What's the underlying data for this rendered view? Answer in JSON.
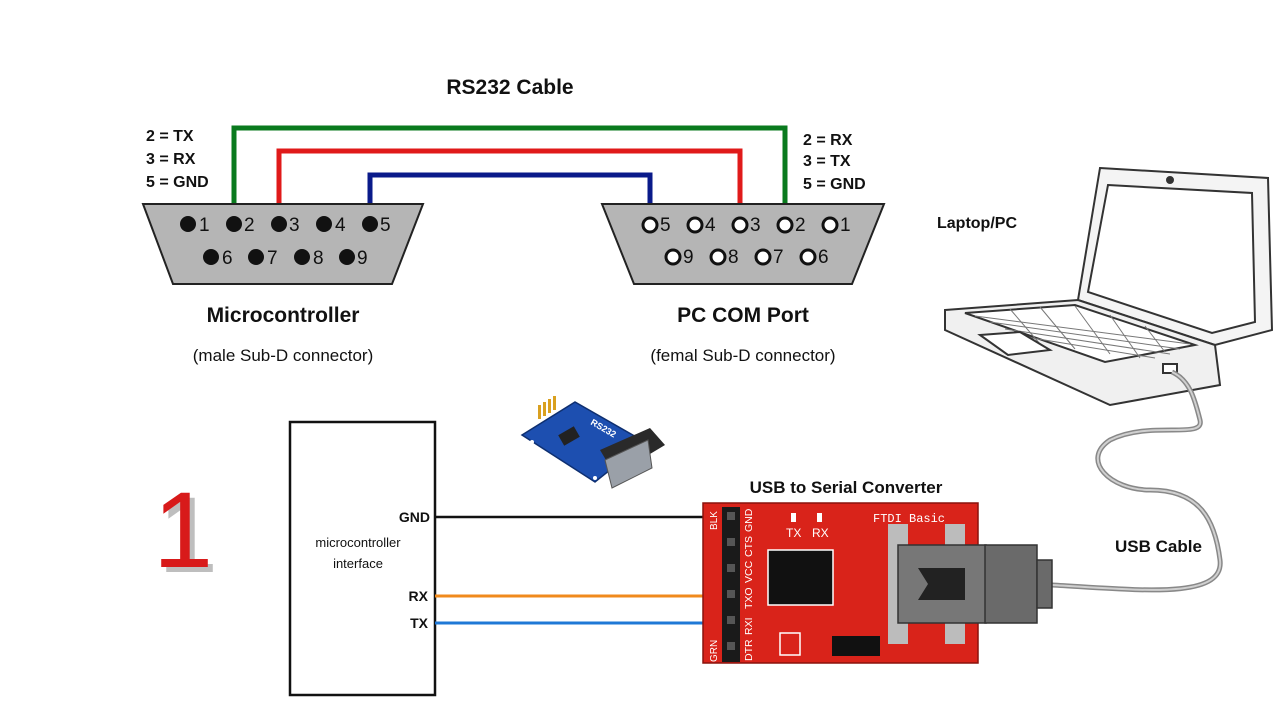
{
  "cable": {
    "title": "RS232 Cable",
    "wire_colors": {
      "tx_rx": "#0a7a1e",
      "rx_tx": "#e01a1a",
      "gnd": "#0a1a8a"
    }
  },
  "left_connector": {
    "pin_map": [
      "2 = TX",
      "3 = RX",
      "5 = GND"
    ],
    "top_pins": [
      "1",
      "2",
      "3",
      "4",
      "5"
    ],
    "bottom_pins": [
      "6",
      "7",
      "8",
      "9"
    ],
    "title": "Microcontroller",
    "subtitle": "(male Sub-D connector)",
    "pin_style": "filled"
  },
  "right_connector": {
    "pin_map": [
      "2 = RX",
      "3 = TX",
      "5 = GND"
    ],
    "top_pins": [
      "5",
      "4",
      "3",
      "2",
      "1"
    ],
    "bottom_pins": [
      "9",
      "8",
      "7",
      "6"
    ],
    "title": "PC COM Port",
    "subtitle": "(femal Sub-D connector)",
    "pin_style": "hollow"
  },
  "laptop": {
    "label": "Laptop/PC"
  },
  "usb_cable": {
    "label": "USB Cable"
  },
  "step_number": "1",
  "mcu_box": {
    "title_line1": "microcontroller",
    "title_line2": "interface",
    "pins": [
      "GND",
      "RX",
      "TX"
    ]
  },
  "rs232_module": {
    "label": "RS232"
  },
  "converter": {
    "title": "USB to Serial Converter",
    "board_label": "FTDI Basic",
    "leds": [
      "TX",
      "RX"
    ],
    "header_pins": [
      "BLK",
      "GND",
      "CTS",
      "VCC",
      "TXO",
      "RXI",
      "DTR",
      "GRN"
    ],
    "board_color": "#d9231a"
  },
  "connections": [
    {
      "from": "GND",
      "to": "GND",
      "color": "#111111"
    },
    {
      "from": "RX",
      "to": "TXO",
      "color": "#f08a1c"
    },
    {
      "from": "TX",
      "to": "RXI",
      "color": "#1f78d6"
    }
  ]
}
